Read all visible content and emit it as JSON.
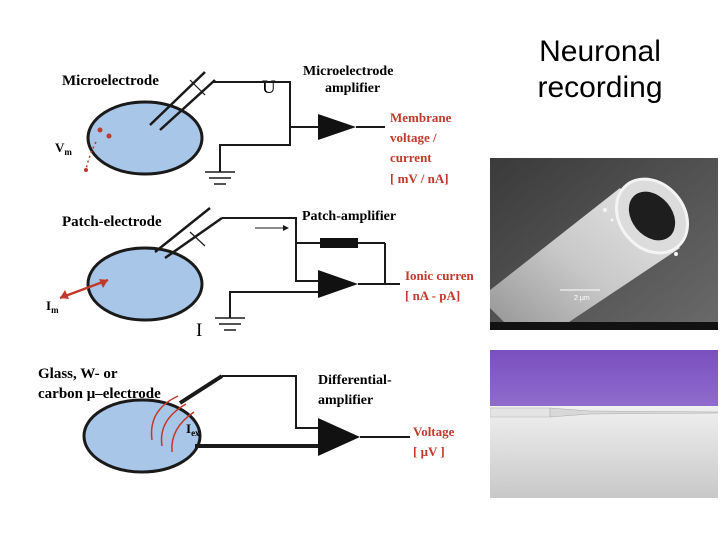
{
  "title_line1": "Neuronal",
  "title_line2": "recording",
  "panel1": {
    "electrode": "Microelectrode",
    "amplifier_line1": "Microelectrode",
    "amplifier_line2": "amplifier",
    "symbol": "U",
    "vm_main": "V",
    "vm_sub": "m",
    "output_line1": "Membrane",
    "output_line2": "voltage /",
    "output_line3": "current",
    "output_units": "[ mV / nA]"
  },
  "panel2": {
    "electrode": "Patch-electrode",
    "amplifier": "Patch-amplifier",
    "symbol": "I",
    "im_main": "I",
    "im_sub": "m",
    "output_line1": "Ionic curren",
    "output_units": "[ nA - pA]"
  },
  "panel3": {
    "electrode_line1": "Glass, W- or",
    "electrode_line2": "carbon μ–electrode",
    "amplifier_line1": "Differential-",
    "amplifier_line2": "amplifier",
    "iex_main": "I",
    "iex_sub": "ex",
    "output_line1": "Voltage",
    "output_units": "[ μV ]"
  },
  "sem_scale": "2 µm",
  "colors": {
    "cell_fill": "#a8c6e8",
    "cell_stroke": "#1a1a1a",
    "output_text": "#c0392b",
    "red": "#c0392b",
    "purple_bg": "#7a4fbf"
  }
}
